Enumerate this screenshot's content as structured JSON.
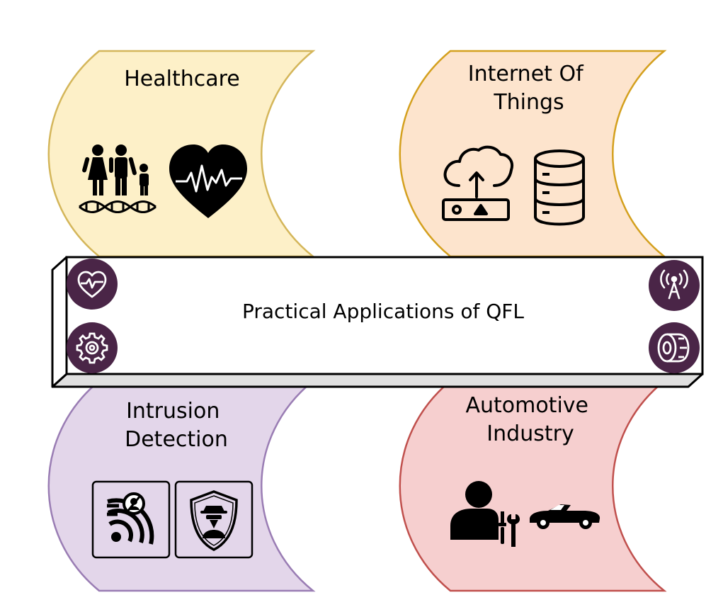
{
  "center": {
    "title": "Practical Applications of QFL"
  },
  "panels": [
    {
      "id": "healthcare",
      "lines": [
        "Healthcare"
      ],
      "fill": "#FDF0C8",
      "stroke": "#D4B65A",
      "icons": [
        "family-dna-icon",
        "heart-pulse-icon"
      ]
    },
    {
      "id": "iot",
      "lines": [
        "Internet Of",
        "Things"
      ],
      "fill": "#FDE4CD",
      "stroke": "#D4A01E",
      "icons": [
        "cloud-upload-router-icon",
        "database-icon"
      ]
    },
    {
      "id": "intrusion",
      "lines": [
        "Intrusion",
        "Detection"
      ],
      "fill": "#E3D6EA",
      "stroke": "#9A7DB4",
      "icons": [
        "wifi-spy-icon",
        "shield-spy-icon"
      ]
    },
    {
      "id": "automotive",
      "lines": [
        "Automotive",
        "Industry"
      ],
      "fill": "#F6CFCF",
      "stroke": "#C0504D",
      "icons": [
        "mechanic-tools-icon",
        "sports-car-icon"
      ]
    }
  ],
  "badges": {
    "fill": "#4A2547",
    "items": [
      "heart-pulse-icon",
      "gear-icon",
      "signal-tower-icon",
      "tire-icon"
    ]
  }
}
